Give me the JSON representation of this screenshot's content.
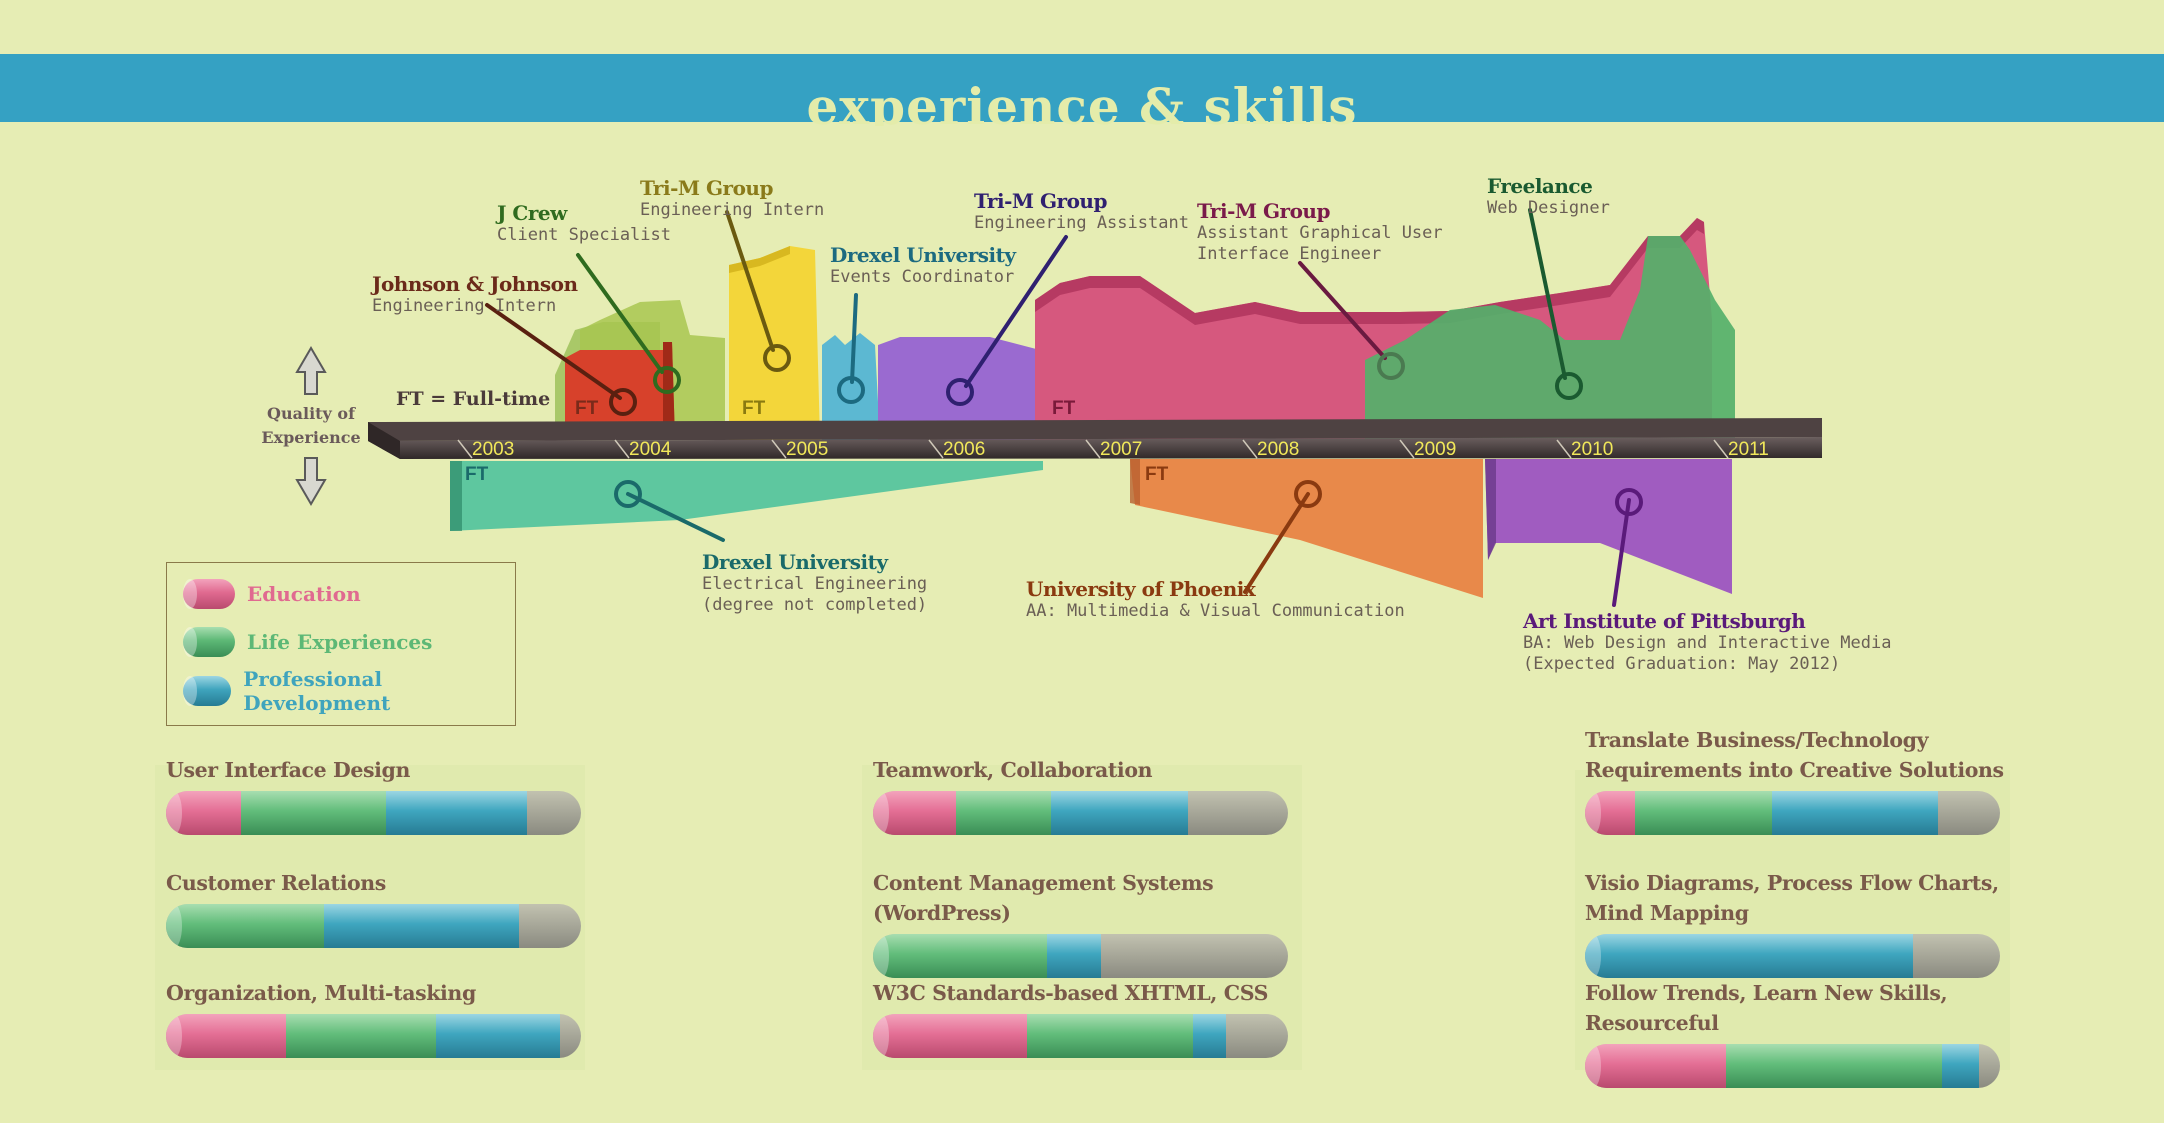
{
  "header": {
    "title": "experience & skills"
  },
  "axis": {
    "years": [
      "2003",
      "2004",
      "2005",
      "2006",
      "2007",
      "2008",
      "2009",
      "2010",
      "2011"
    ],
    "quality_label_line1": "Quality of",
    "quality_label_line2": "Experience",
    "ft_note": "FT = Full-time",
    "ft_marker": "FT"
  },
  "roles": [
    {
      "org": "Johnson & Johnson",
      "role": "Engineering Intern",
      "color": "#6b2a1a"
    },
    {
      "org": "J Crew",
      "role": "Client Specialist",
      "color": "#2f6b1f"
    },
    {
      "org": "Tri-M Group",
      "role": "Engineering Intern",
      "color": "#8a7a1a"
    },
    {
      "org": "Drexel University",
      "role": "Events Coordinator",
      "color": "#1c6a80"
    },
    {
      "org": "Tri-M Group",
      "role": "Engineering Assistant",
      "color": "#2f2070"
    },
    {
      "org": "Tri-M Group",
      "role": "Assistant Graphical User",
      "role2": "Interface Engineer",
      "color": "#7a1a4a"
    },
    {
      "org": "Freelance",
      "role": "Web Designer",
      "color": "#1a5a30"
    }
  ],
  "education": [
    {
      "org": "Drexel University",
      "role": "Electrical Engineering",
      "role2": "(degree not completed)",
      "color": "#1a6a6a"
    },
    {
      "org": "University of Phoenix",
      "role": "AA: Multimedia & Visual Communication",
      "color": "#8a3a10"
    },
    {
      "org": "Art Institute of Pittsburgh",
      "role": "BA: Web Design and Interactive Media",
      "role2": "(Expected Graduation: May 2012)",
      "color": "#5a1a7a"
    }
  ],
  "legend": [
    {
      "label": "Education",
      "color": "#e06a90"
    },
    {
      "label": "Life Experiences",
      "color": "#5db876"
    },
    {
      "label": "Professional Development",
      "color": "#3fa4bd"
    }
  ],
  "colors": {
    "banner": "#35a1c3",
    "background": "#e6edb4",
    "timeline": "#4a3f3f"
  },
  "skills": [
    {
      "name": "User Interface Design",
      "education": 0.18,
      "life": 0.35,
      "professional": 0.34
    },
    {
      "name": "Customer Relations",
      "education": 0.0,
      "life": 0.38,
      "professional": 0.47
    },
    {
      "name": "Organization, Multi-tasking",
      "education": 0.29,
      "life": 0.36,
      "professional": 0.3
    },
    {
      "name": "Teamwork, Collaboration",
      "education": 0.2,
      "life": 0.23,
      "professional": 0.33
    },
    {
      "name": "Content Management Systems (WordPress)",
      "education": 0.0,
      "life": 0.42,
      "professional": 0.13
    },
    {
      "name": "W3C Standards-based XHTML, CSS",
      "education": 0.37,
      "life": 0.4,
      "professional": 0.08
    },
    {
      "name": "Translate Business/Technology Requirements into Creative Solutions",
      "education": 0.12,
      "life": 0.33,
      "professional": 0.4
    },
    {
      "name": "Visio Diagrams, Process Flow Charts, Mind Mapping",
      "education": 0.0,
      "life": 0.0,
      "professional": 0.79
    },
    {
      "name": "Follow Trends, Learn New Skills, Resourceful",
      "education": 0.34,
      "life": 0.52,
      "professional": 0.09
    }
  ]
}
